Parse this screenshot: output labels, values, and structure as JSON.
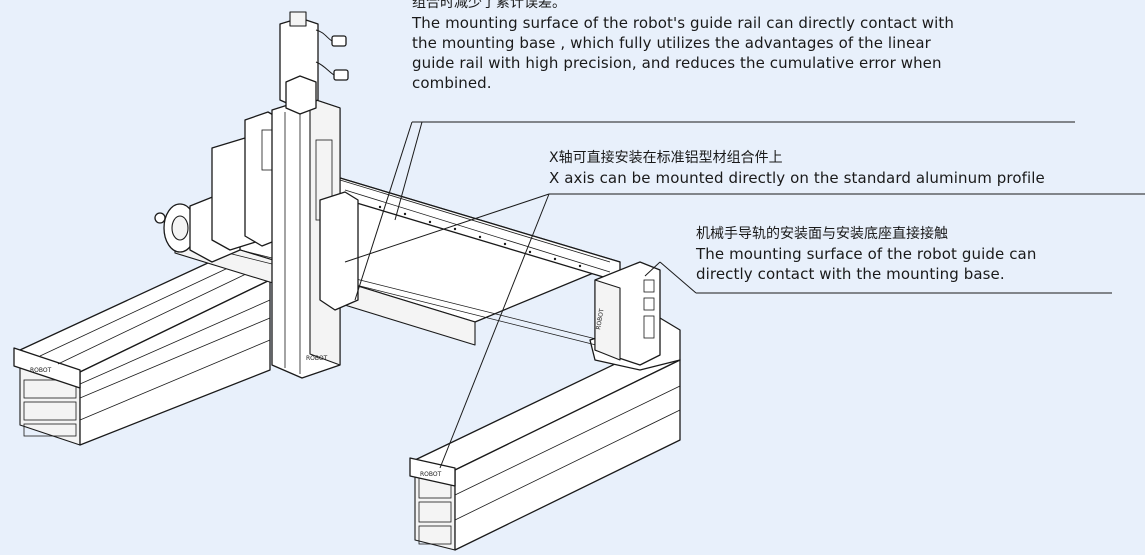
{
  "callouts": {
    "top": {
      "cn": "组合时减少了累计误差。",
      "en_lines": [
        "The mounting surface of the robot's guide rail can directly contact with",
        "the mounting base , which fully utilizes the advantages of the linear",
        "guide rail with high precision, and reduces the cumulative error when",
        "combined."
      ]
    },
    "middle": {
      "cn": "X轴可直接安装在标准铝型材组合件上",
      "en": "X axis can be mounted directly on the standard aluminum profile"
    },
    "right": {
      "cn": "机械手导轨的安装面与安装底座直接接触",
      "en_lines": [
        "The mounting surface of the robot guide can",
        "directly contact with the mounting base."
      ]
    }
  },
  "colors": {
    "background": "#e8f0fb",
    "line": "#1a1a1a",
    "metal": "#ffffff"
  }
}
